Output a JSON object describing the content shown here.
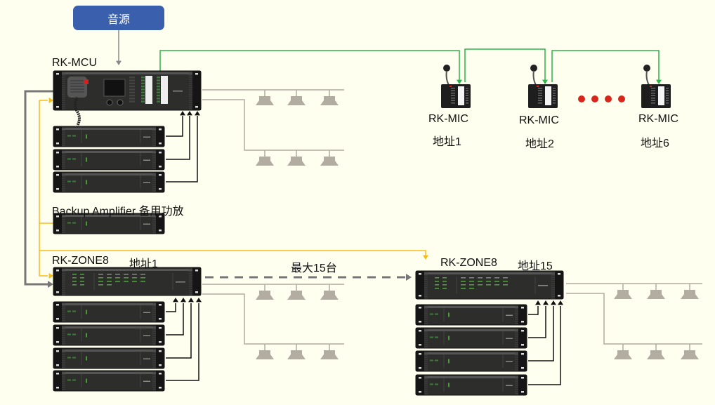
{
  "source_box": {
    "label": "音源",
    "color": "#3a5fad"
  },
  "mcu": {
    "label": "RK-MCU",
    "amplifier_count": 3
  },
  "backup": {
    "label": "Backup Amplifier 备用功放"
  },
  "mics": [
    {
      "model": "RK-MIC",
      "address": "地址1"
    },
    {
      "model": "RK-MIC",
      "address": "地址2"
    },
    {
      "model": "RK-MIC",
      "address": "地址6"
    }
  ],
  "mic_ellipsis_dots": 4,
  "zone_first": {
    "model": "RK-ZONE8",
    "address": "地址1",
    "amplifier_count": 4
  },
  "zone_last": {
    "model": "RK-ZONE8",
    "address": "地址15",
    "amplifier_count": 4
  },
  "max_label": "最大15台",
  "colors": {
    "background": "#fffff0",
    "mic_bus": "#2db34a",
    "backup_bus": "#f5bc1a",
    "control_bus": "#777777",
    "speaker_line": "#b3aca0",
    "dots": "#d9261c"
  }
}
